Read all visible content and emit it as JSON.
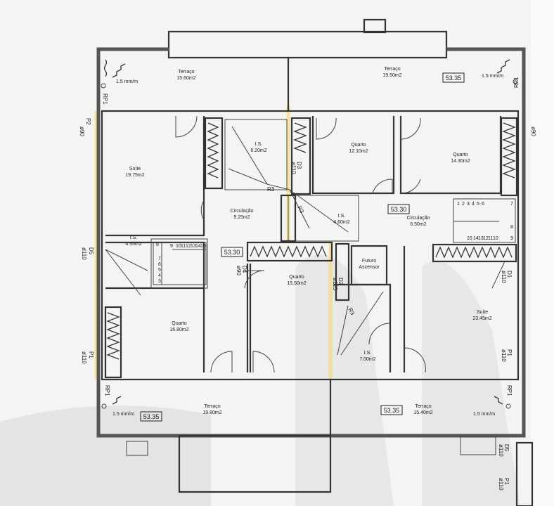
{
  "rooms": {
    "terrace_top_left": {
      "name": "Terraço",
      "area": "15.60m2"
    },
    "terrace_top_right": {
      "name": "Terraço",
      "area": "19.50m2"
    },
    "suite_left": {
      "name": "Suíte",
      "area": "19.75m2"
    },
    "bath_top": {
      "name": "I.S.",
      "area": "6.20m2"
    },
    "circ_left": {
      "name": "Circulação",
      "area": "9.25m2"
    },
    "quarto_12": {
      "name": "Quarto",
      "area": "12.10m2"
    },
    "quarto_14": {
      "name": "Quarto",
      "area": "14.30m2"
    },
    "bath_mid": {
      "name": "I.S.",
      "area": "4.60m2"
    },
    "circ_right": {
      "name": "Circulação",
      "area": "6.50m2"
    },
    "bath_left": {
      "name": "I.S.",
      "area": "4.35m2"
    },
    "quarto_16": {
      "name": "Quarto",
      "area": "16.80m2"
    },
    "quarto_15": {
      "name": "Quarto",
      "area": "15.50m2"
    },
    "elevator": {
      "name": "Futuro",
      "area": "Ascensor"
    },
    "suite_right": {
      "name": "Suíte",
      "area": "23.45m2"
    },
    "bath_right": {
      "name": "I.S.",
      "area": "7.00m2"
    },
    "terrace_bottom_left": {
      "name": "Terraço",
      "area": "19.80m2"
    },
    "terrace_bottom_right": {
      "name": "Terraço",
      "area": "15.40m2"
    }
  },
  "levels": {
    "top_right": "53.35",
    "circ_right": "53.30",
    "circ_left": "53.30",
    "bottom_left": "53.35",
    "bottom_right": "53.35"
  },
  "slope_notes": {
    "tl": "1.5 mm/m",
    "tr": "1.5 mm/m",
    "bl": "1.5 mm/m",
    "br": "1.5 mm/m"
  },
  "pipes": {
    "p2": "P2",
    "p2_d": "ø90",
    "rp1_tl": "RP1",
    "rp1_tr": "RP1",
    "rp1_bl": "RP1",
    "rp1_br": "RP1",
    "d5_l": "D5",
    "d5_l_d": "ø110",
    "p1_l": "P1",
    "p1_l_d": "ø110",
    "d3": "D3",
    "d3_d": "ø110",
    "r3a": "R3",
    "r3b": "R3",
    "r3c": "R3",
    "d4": "D4",
    "d4_d": "ø90",
    "d2": "D2",
    "d2_d": "ø125",
    "tr_d": "ø90",
    "d1": "D1",
    "d1_d": "ø110",
    "p1_r": "P1",
    "p1_r_d": "ø110",
    "d5_r": "D5",
    "d5_r_d": "ø110",
    "p1_r2": "P1",
    "p1_r2_d": "ø110"
  },
  "stairs_left": [
    "3",
    "4",
    "5",
    "6",
    "7",
    "8",
    "9",
    "10",
    "11",
    "12",
    "13",
    "14",
    "15"
  ],
  "stairs_right": [
    "1",
    "2",
    "3",
    "4",
    "5",
    "6",
    "7",
    "8",
    "9",
    "10",
    "11",
    "12",
    "13",
    "14",
    "15"
  ]
}
